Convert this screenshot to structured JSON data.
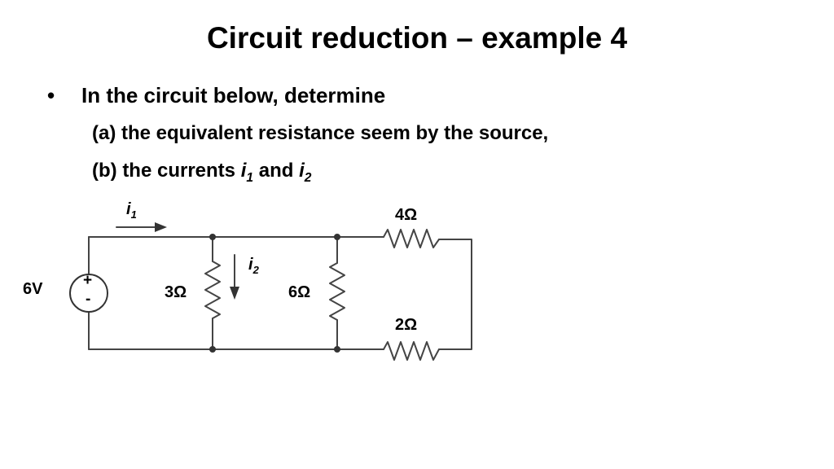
{
  "title": "Circuit reduction – example 4",
  "bullet": {
    "symbol": "•",
    "text": "In the circuit below, determine"
  },
  "sub_a": "(a) the equivalent resistance seem by the source,",
  "sub_b": {
    "prefix": "(b) the currents ",
    "var1": "i",
    "sub1": "1",
    "conj": " and ",
    "var2": "i",
    "sub2": "2"
  },
  "circuit": {
    "source_label": "6V",
    "source_plus": "+",
    "source_minus": "-",
    "i1_var": "i",
    "i1_sub": "1",
    "i2_var": "i",
    "i2_sub": "2",
    "r3_label": "3Ω",
    "r6_label": "6Ω",
    "r4_label": "4Ω",
    "r2_label": "2Ω"
  }
}
